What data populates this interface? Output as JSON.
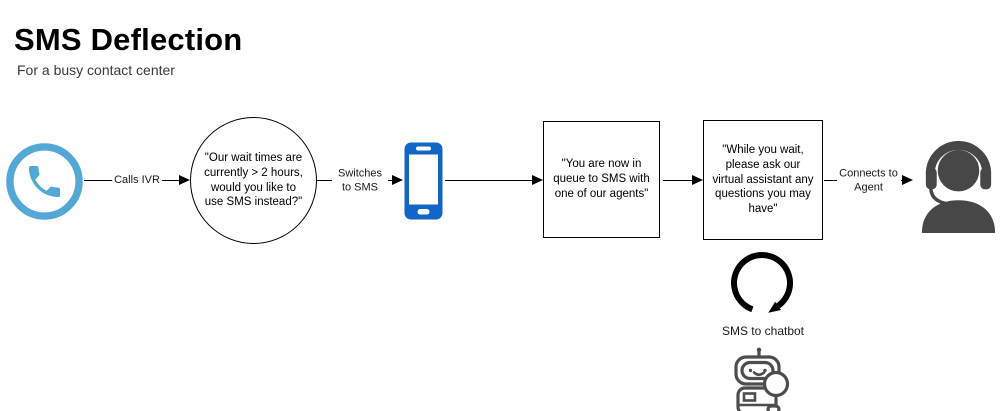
{
  "header": {
    "title": "SMS Deflection",
    "subtitle": "For a busy contact center"
  },
  "flow": {
    "arrows": {
      "calls_ivr": "Calls IVR",
      "switches_to_sms": "Switches to SMS",
      "connects_to_agent": "Connects to Agent"
    },
    "nodes": {
      "ivr_prompt": "\"Our wait times are currently > 2 hours, would you like to use SMS instead?\"",
      "queue_message": "\"You are now in queue to SMS with one of our agents\"",
      "wait_message": "\"While you wait, please ask our virtual assistant any questions you may have\""
    }
  },
  "chatbot": {
    "loop_label": "SMS to chatbot"
  },
  "icons": {
    "caller": "phone-circle-icon",
    "device": "mobile-phone-icon",
    "agent": "agent-headset-icon",
    "loop": "loop-arrow-icon",
    "bot": "chatbot-robot-icon"
  },
  "colors": {
    "phone_ring_blue": "#54A8D8",
    "mobile_blue": "#1266C5",
    "agent_gray": "#474747",
    "robot_gray": "#4D4D4D",
    "line_black": "#000000"
  }
}
